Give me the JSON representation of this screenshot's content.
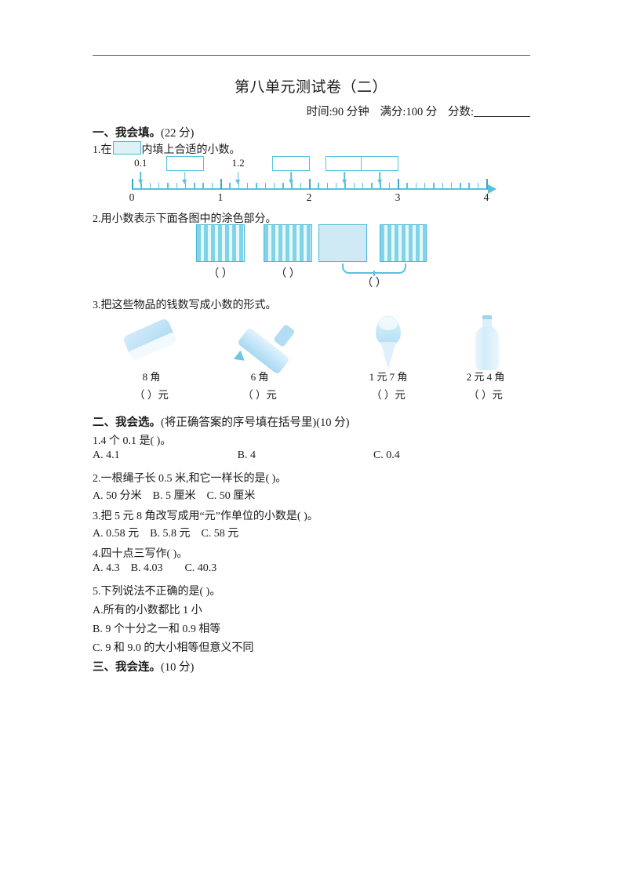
{
  "header": {
    "title": "第八单元测试卷（二）",
    "time_label": "时间:90 分钟",
    "total_label": "满分:100 分",
    "score_label": "分数:"
  },
  "section1": {
    "heading": "一、我会填。",
    "points": "(22 分)",
    "q1": {
      "text_before": "1.在",
      "text_after": "内填上合适的小数。",
      "numberline": {
        "axis_labels": [
          "0",
          "1",
          "2",
          "3",
          "4"
        ],
        "axis_min": 0,
        "axis_max": 4,
        "minor_per_unit": 10,
        "pointers": [
          {
            "value": 0.1,
            "label": "0.1",
            "kind": "label"
          },
          {
            "value": 0.6,
            "label": "",
            "kind": "box"
          },
          {
            "value": 1.2,
            "label": "1.2",
            "kind": "label"
          },
          {
            "value": 1.8,
            "label": "",
            "kind": "box"
          },
          {
            "value": 2.4,
            "label": "",
            "kind": "box"
          },
          {
            "value": 2.8,
            "label": "",
            "kind": "box"
          }
        ]
      }
    },
    "q2": {
      "text": "2.用小数表示下面各图中的涂色部分。",
      "figures": [
        {
          "style": "striped",
          "answer_blank": "（    ）"
        },
        {
          "style": "striped",
          "answer_blank": "（    ）"
        },
        {
          "style": "solid",
          "answer_blank": ""
        },
        {
          "style": "striped",
          "answer_blank": ""
        }
      ],
      "brace_blank": "（    ）"
    },
    "q3": {
      "text": "3.把这些物品的钱数写成小数的形式。",
      "items": [
        {
          "icon": "eraser-icon",
          "price": "8 角",
          "blank": "（      ）元"
        },
        {
          "icon": "marker-icon",
          "price": "6 角",
          "blank": "（      ）元"
        },
        {
          "icon": "ice-cream-icon",
          "price": "1 元 7 角",
          "blank": "（      ）元"
        },
        {
          "icon": "bottle-icon",
          "price": "2 元 4 角",
          "blank": "（      ）元"
        }
      ]
    }
  },
  "section2": {
    "heading": "二、我会选。",
    "instruction": "(将正确答案的序号填在括号里)(10 分)",
    "questions": [
      {
        "stem": "1.4 个 0.1 是(        )。",
        "options": [
          "A. 4.1",
          "B. 4",
          "C. 0.4"
        ],
        "layout": "spread"
      },
      {
        "stem": "2.一根绳子长 0.5 米,和它一样长的是(        )。",
        "options": [
          "A. 50 分米",
          "B. 5 厘米",
          "C. 50 厘米"
        ],
        "layout": "inline"
      },
      {
        "stem": "3.把 5 元 8 角改写成用“元”作单位的小数是(        )。",
        "options": [
          "A. 0.58 元",
          "B. 5.8 元",
          "C. 58 元"
        ],
        "layout": "inline"
      },
      {
        "stem": "4.四十点三写作(        )。",
        "options": [
          "A. 4.3",
          "B. 4.03",
          "C. 40.3"
        ],
        "layout": "inline"
      },
      {
        "stem": "5.下列说法不正确的是(        )。",
        "options": [
          "A.所有的小数都比 1 小",
          "B. 9 个十分之一和 0.9 相等",
          "C. 9 和 9.0 的大小相等但意义不同"
        ],
        "layout": "stacked"
      }
    ]
  },
  "section3": {
    "heading": "三、我会连。",
    "points": "(10 分)"
  },
  "colors": {
    "accent": "#57c2dd",
    "fill_light": "#cfe9f5",
    "stripe": "#7fd4e8",
    "rule": "#5a5a5a"
  }
}
